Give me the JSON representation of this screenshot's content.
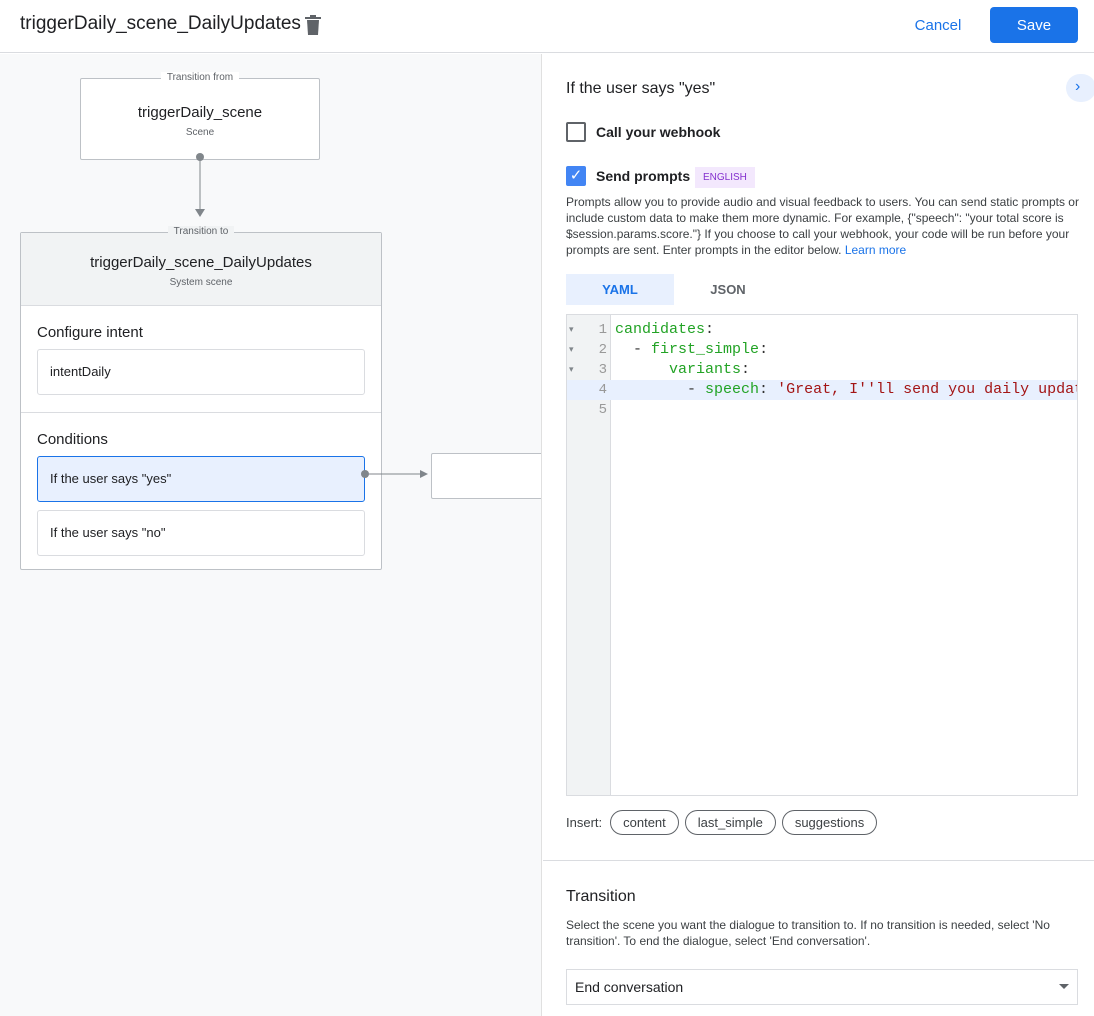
{
  "header": {
    "title": "triggerDaily_scene_DailyUpdates",
    "cancel": "Cancel",
    "save": "Save"
  },
  "canvas": {
    "from": {
      "label": "Transition from",
      "title": "triggerDaily_scene",
      "subtitle": "Scene"
    },
    "to": {
      "label": "Transition to",
      "title": "triggerDaily_scene_DailyUpdates",
      "subtitle": "System scene"
    },
    "configure_intent": "Configure intent",
    "intent": "intentDaily",
    "conditions": "Conditions",
    "condition_items": [
      "If the user says \"yes\"",
      "If the user says \"no\""
    ]
  },
  "panel": {
    "heading": "If the user says \"yes\"",
    "webhook": "Call your webhook",
    "webhook_checked": false,
    "prompts": "Send prompts",
    "prompts_checked": true,
    "language": "ENGLISH",
    "description": "Prompts allow you to provide audio and visual feedback to users. You can send static prompts or include custom data to make them more dynamic. For example, {\"speech\": \"your total score is $session.params.score.\"} If you choose to call your webhook, your code will be run before your prompts are sent. Enter prompts in the editor below.",
    "learn_more": "Learn more",
    "tabs": [
      "YAML",
      "JSON"
    ],
    "active_tab": "YAML",
    "insert_label": "Insert:",
    "insert_chips": [
      "content",
      "last_simple",
      "suggestions"
    ],
    "transition_title": "Transition",
    "transition_desc": "Select the scene you want the dialogue to transition to. If no transition is needed, select 'No transition'. To end the dialogue, select 'End conversation'.",
    "transition_value": "End conversation"
  },
  "editor": {
    "lines": [
      {
        "n": "1",
        "key": "candidates",
        "indent": "",
        "dash": "",
        "val": ""
      },
      {
        "n": "2",
        "key": "first_simple",
        "indent": "  ",
        "dash": "- ",
        "val": ""
      },
      {
        "n": "3",
        "key": "variants",
        "indent": "      ",
        "dash": "",
        "val": ""
      },
      {
        "n": "4",
        "key": "speech",
        "indent": "        ",
        "dash": "- ",
        "val": " 'Great, I''ll send you daily updates."
      },
      {
        "n": "5",
        "key": "",
        "indent": "",
        "dash": "",
        "val": ""
      }
    ]
  },
  "colors": {
    "accent": "#1a73e8",
    "yaml_key": "#22a325",
    "yaml_string": "#a31515"
  }
}
